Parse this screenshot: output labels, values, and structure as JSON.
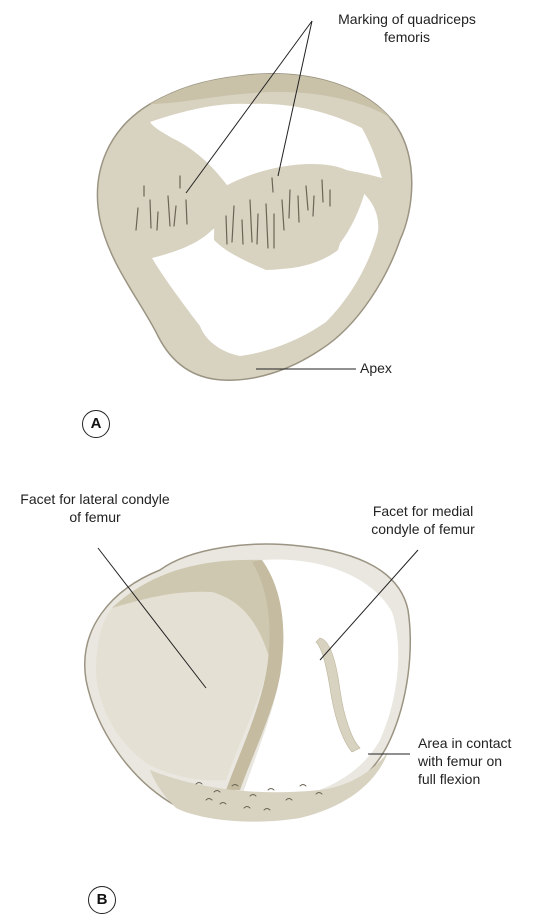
{
  "panels": {
    "a": {
      "badge": "A",
      "labels": {
        "quadriceps_line1": "Marking of quadriceps",
        "quadriceps_line2": "femoris",
        "apex": "Apex"
      }
    },
    "b": {
      "badge": "B",
      "labels": {
        "lateral_line1": "Facet for lateral condyle",
        "lateral_line2": "of femur",
        "medial_line1": "Facet for medial",
        "medial_line2": "condyle of femur",
        "contact_line1": "Area in contact",
        "contact_line2": "with femur on",
        "contact_line3": "full flexion"
      }
    }
  },
  "colors": {
    "bone": "#d8d2c0",
    "bone_dark": "#c9c2a9",
    "bone_highlight": "#ffffff",
    "bone_face": "#e9e7e0",
    "outline": "#9b9482",
    "leader": "#222222"
  }
}
